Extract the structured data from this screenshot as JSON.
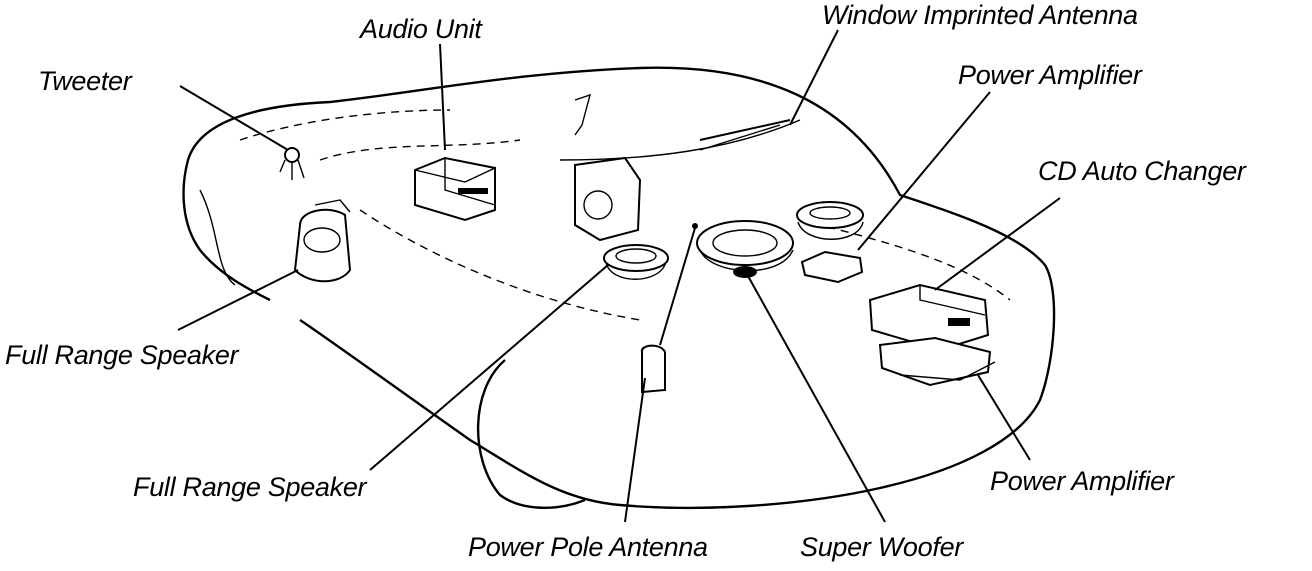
{
  "labels": {
    "window_antenna": "Window Imprinted Antenna",
    "audio_unit": "Audio Unit",
    "tweeter": "Tweeter",
    "power_amp_top": "Power Amplifier",
    "cd_changer": "CD Auto Changer",
    "full_range_left": "Full Range Speaker",
    "full_range_center": "Full Range Speaker",
    "power_amp_bottom": "Power Amplifier",
    "power_pole_antenna": "Power Pole Antenna",
    "super_woofer": "Super Woofer"
  }
}
